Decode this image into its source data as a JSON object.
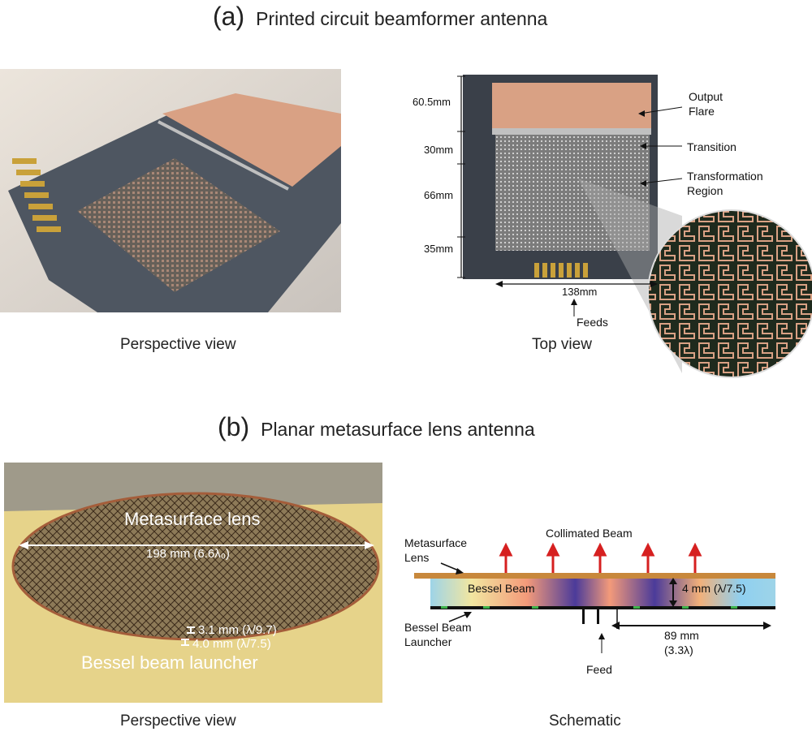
{
  "panel_a": {
    "label": "(a)",
    "title": "Printed circuit beamformer antenna",
    "left_caption": "Perspective view",
    "right_caption": "Top view",
    "dims": {
      "d1": "60.5mm",
      "d2": "30mm",
      "d3": "66mm",
      "d4": "35mm",
      "width": "138mm"
    },
    "annotations": {
      "output_line1": "Output",
      "output_line2": "Flare",
      "transition": "Transition",
      "transform_line1": "Transformation",
      "transform_line2": "Region",
      "feeds": "Feeds"
    }
  },
  "panel_b": {
    "label": "(b)",
    "title": "Planar metasurface lens antenna",
    "left_caption": "Perspective view",
    "right_caption": "Schematic",
    "photo_labels": {
      "lens": "Metasurface lens",
      "diameter": "198 mm (6.6λ₀)",
      "gap1": "3.1 mm (λ/9.7)",
      "gap2": "4.0 mm (λ/7.5)",
      "launcher": "Bessel beam launcher"
    },
    "schematic": {
      "lens_line1": "Metasurface",
      "lens_line2": "Lens",
      "collimated": "Collimated Beam",
      "bessel": "Bessel Beam",
      "height": "4 mm (λ/7.5)",
      "launcher_line1": "Bessel Beam",
      "launcher_line2": "Launcher",
      "radius_line1": "89 mm",
      "radius_line2": "(3.3λ)",
      "feed": "Feed"
    }
  },
  "colors": {
    "copper": "#d9a184",
    "board": "#4a525d",
    "lens_bar": "#c8883c",
    "arrow_red": "#d62020"
  }
}
